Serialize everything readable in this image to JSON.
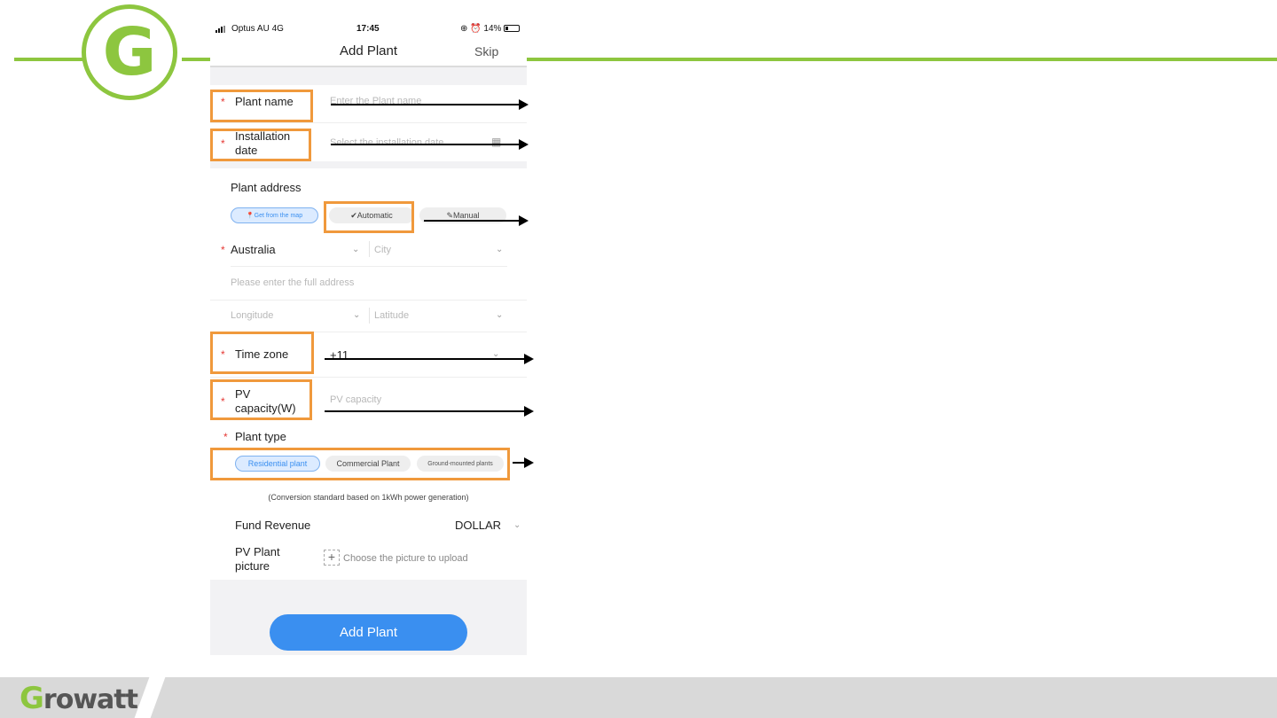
{
  "status_bar": {
    "carrier": "Optus AU  4G",
    "time": "17:45",
    "battery": "14%",
    "icons": [
      "signal-icon",
      "location-icon",
      "alarm-icon",
      "battery-icon"
    ]
  },
  "header": {
    "title": "Add Plant",
    "skip": "Skip"
  },
  "form": {
    "plant_name": {
      "label": "Plant name",
      "placeholder": "Enter the Plant name"
    },
    "installation_date": {
      "label_line1": "Installation",
      "label_line2": "date",
      "placeholder": "Select the installation date"
    },
    "plant_address": {
      "label": "Plant address",
      "map_button": "Get from the map",
      "automatic": "Automatic",
      "manual": "Manual",
      "country": "Australia",
      "city_placeholder": "City",
      "full_address_placeholder": "Please enter the full address",
      "longitude_placeholder": "Longitude",
      "latitude_placeholder": "Latitude"
    },
    "time_zone": {
      "label": "Time zone",
      "value": "+11"
    },
    "pv_capacity": {
      "label_line1": "PV",
      "label_line2": "capacity(W)",
      "placeholder": "PV capacity"
    },
    "plant_type": {
      "label": "Plant type",
      "options": [
        "Residential plant",
        "Commercial Plant",
        "Ground-mounted plants"
      ],
      "selected": "Residential plant"
    },
    "conversion_note": "(Conversion standard based on 1kWh power generation)",
    "fund_revenue": {
      "label": "Fund Revenue",
      "value": "DOLLAR"
    },
    "picture": {
      "label_line1": "PV Plant",
      "label_line2": "picture",
      "upload_text": "Choose the picture to upload"
    },
    "required_mark": "*"
  },
  "add_button": "Add Plant",
  "footer": {
    "logo_g": "G",
    "logo_rest": "rowatt"
  },
  "colors": {
    "accent_green": "#8dc63f",
    "highlight_orange": "#f0993c",
    "primary_blue": "#3a8ff0",
    "required_red": "#e53935"
  },
  "slide_logo": "G"
}
